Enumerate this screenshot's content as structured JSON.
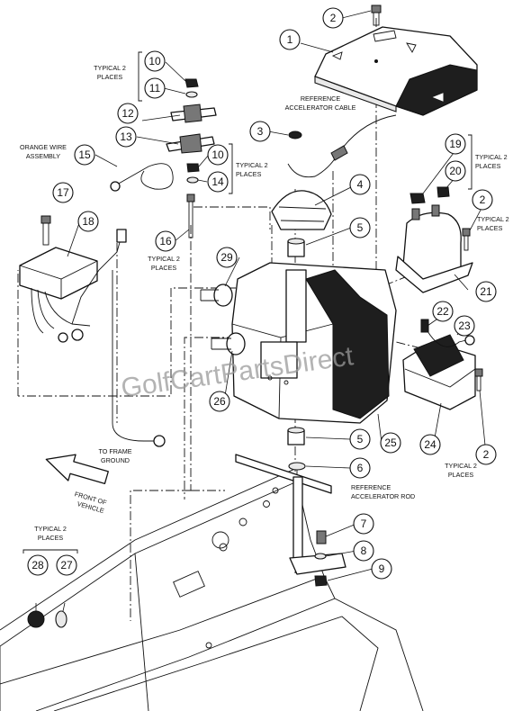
{
  "watermark": "GolfCartPartsDirect",
  "callouts": [
    "1",
    "2",
    "3",
    "4",
    "5",
    "6",
    "7",
    "8",
    "9",
    "10",
    "11",
    "12",
    "13",
    "14",
    "15",
    "16",
    "17",
    "18",
    "19",
    "20",
    "21",
    "22",
    "23",
    "24",
    "25",
    "26",
    "27",
    "28",
    "29"
  ],
  "notes": {
    "typical_2_places": "TYPICAL 2",
    "places": "PLACES",
    "reference_accelerator_cable_1": "REFERENCE",
    "reference_accelerator_cable_2": "ACCELERATOR CABLE",
    "orange_wire_1": "ORANGE WIRE",
    "orange_wire_2": "ASSEMBLY",
    "to_frame_1": "TO FRAME",
    "to_frame_2": "GROUND",
    "front_of_1": "FRONT OF",
    "front_of_2": "VEHICLE",
    "reference_accelerator_rod_1": "REFERENCE",
    "reference_accelerator_rod_2": "ACCELERATOR ROD"
  }
}
